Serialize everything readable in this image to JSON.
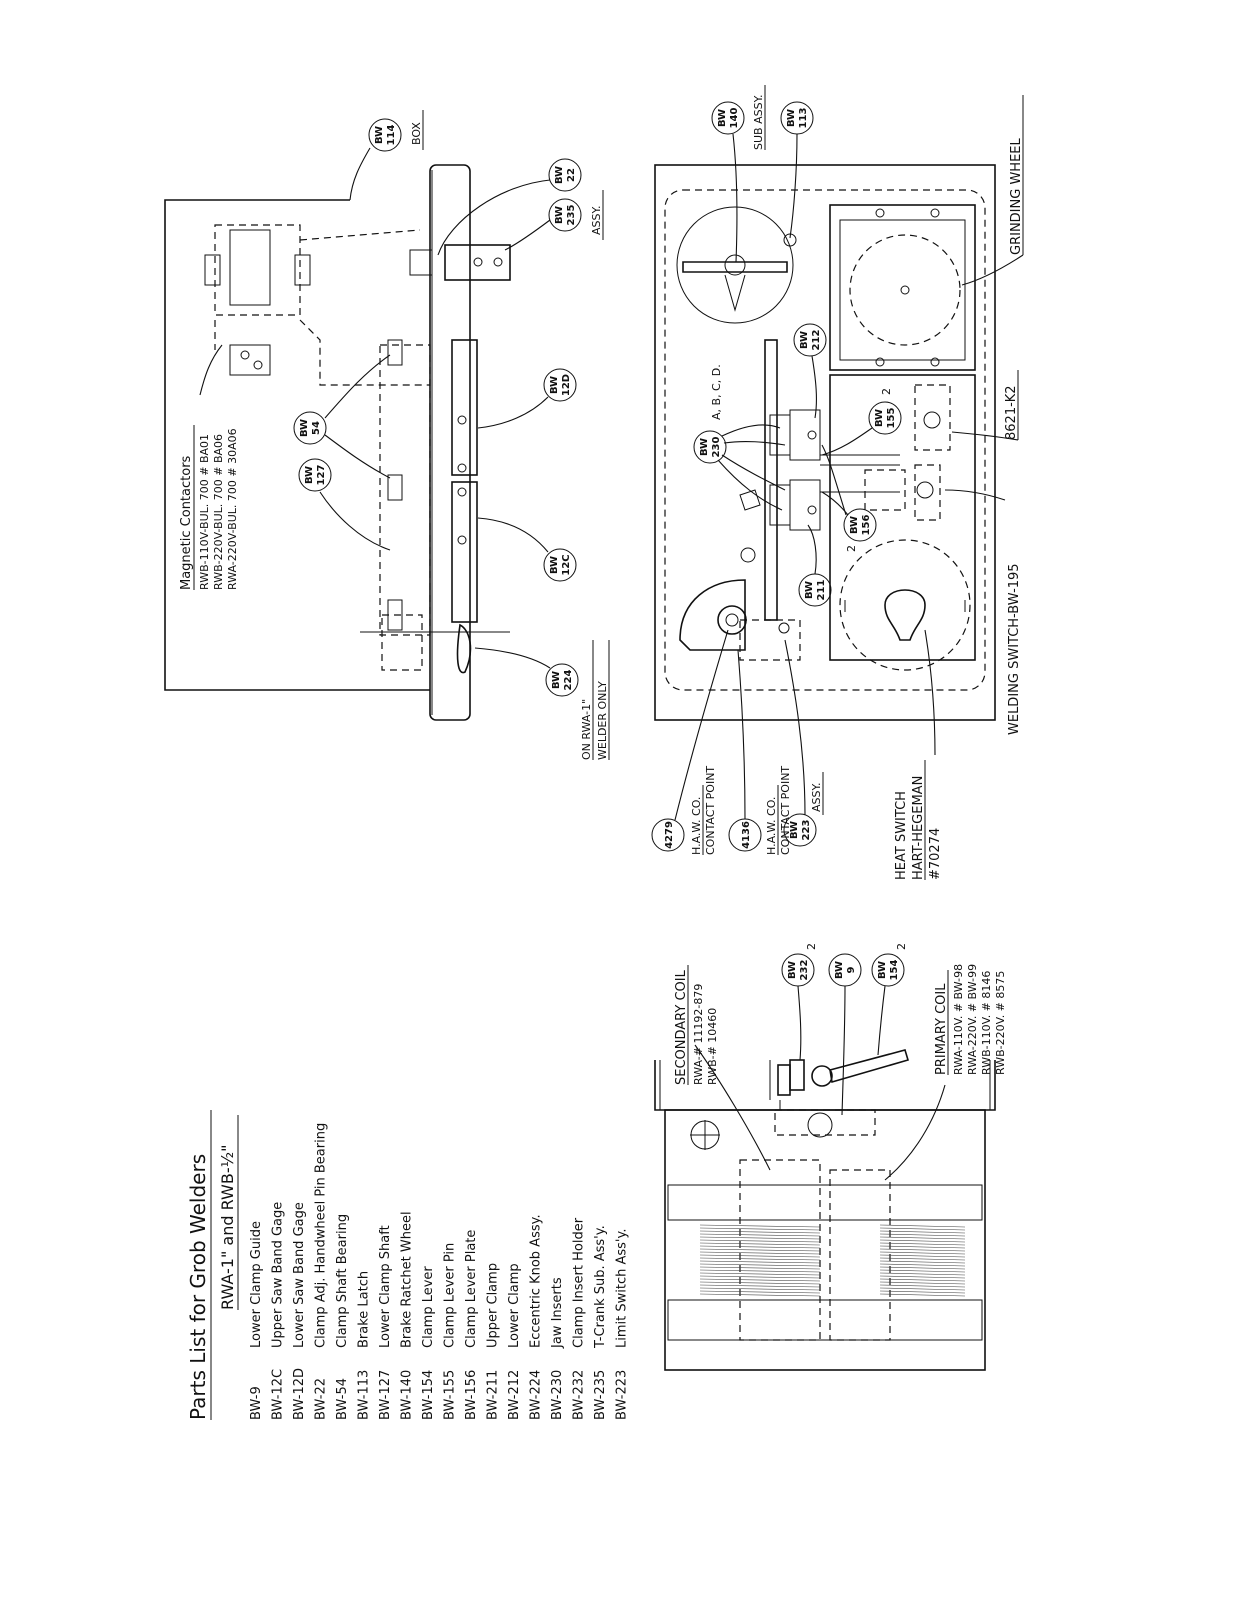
{
  "parts_list": {
    "title": "Parts List for Grob Welders",
    "subtitle": "RWA-1\" and RWB-½\"",
    "items": [
      {
        "no": "BW-9",
        "desc": "Lower Clamp Guide"
      },
      {
        "no": "BW-12C",
        "desc": "Upper Saw Band Gage"
      },
      {
        "no": "BW-12D",
        "desc": "Lower Saw Band Gage"
      },
      {
        "no": "BW-22",
        "desc": "Clamp Adj. Handwheel Pin Bearing"
      },
      {
        "no": "BW-54",
        "desc": "Clamp Shaft Bearing"
      },
      {
        "no": "BW-113",
        "desc": "Brake Latch"
      },
      {
        "no": "BW-127",
        "desc": "Lower Clamp Shaft"
      },
      {
        "no": "BW-140",
        "desc": "Brake Ratchet Wheel"
      },
      {
        "no": "BW-154",
        "desc": "Clamp Lever"
      },
      {
        "no": "BW-155",
        "desc": "Clamp Lever Pin"
      },
      {
        "no": "BW-156",
        "desc": "Clamp Lever Plate"
      },
      {
        "no": "BW-211",
        "desc": "Upper Clamp"
      },
      {
        "no": "BW-212",
        "desc": "Lower Clamp"
      },
      {
        "no": "BW-224",
        "desc": "Eccentric Knob Assy."
      },
      {
        "no": "BW-230",
        "desc": "Jaw Inserts"
      },
      {
        "no": "BW-232",
        "desc": "Clamp Insert Holder"
      },
      {
        "no": "BW-235",
        "desc": "T-Crank Sub. Ass'y."
      },
      {
        "no": "BW-223",
        "desc": "Limit Switch Ass'y."
      }
    ]
  },
  "top_view": {
    "magnetic_contactors": {
      "title": "Magnetic Contactors",
      "lines": [
        "RWB-110V-BUL. 700 # BA01",
        "RWB-220V-BUL. 700 # BA06",
        "RWA-220V-BUL. 700 # 30A06"
      ]
    },
    "box_bubble": [
      "BW",
      "114"
    ],
    "box_label": "BOX",
    "bubble_22": [
      "BW",
      "22"
    ],
    "bubble_235": [
      "BW",
      "235"
    ],
    "assy_label": "ASSY.",
    "bubble_54": [
      "BW",
      "54"
    ],
    "bubble_127": [
      "BW",
      "127"
    ],
    "bubble_12D": [
      "BW",
      "12D"
    ],
    "bubble_12C": [
      "BW",
      "12C"
    ],
    "bubble_224": [
      "BW",
      "224"
    ],
    "note_line1": "ON RWA-1\"",
    "note_line2": "WELDER ONLY"
  },
  "front_view": {
    "bubble_140": [
      "BW",
      "140"
    ],
    "sub_assy": "SUB ASSY.",
    "bubble_113": [
      "BW",
      "113"
    ],
    "grinding_wheel": "GRINDING WHEEL",
    "bubble_212": [
      "BW",
      "212"
    ],
    "bubble_230": [
      "BW",
      "230"
    ],
    "abcd": "A, B, C, D.",
    "bubble_155": [
      "BW",
      "155"
    ],
    "qty_155": "2",
    "part_8621": "8621-K2",
    "bubble_156": [
      "BW",
      "156"
    ],
    "qty_156": "2",
    "bubble_211": [
      "BW",
      "211"
    ],
    "welding_switch": "WELDING SWITCH-BW-195",
    "bubble_4279": "4279",
    "haw_1": "H.A.W. CO.",
    "contact_1": "CONTACT POINT",
    "bubble_4136": "4136",
    "haw_2": "H.A.W. CO.",
    "contact_2": "CONTACT POINT",
    "bubble_223": [
      "BW",
      "223"
    ],
    "assy_223": "ASSY.",
    "heat_switch": "HEAT SWITCH",
    "hart": "HART-HEGEMAN",
    "part_70274": "#70274"
  },
  "side_view": {
    "secondary_coil": "SECONDARY COIL",
    "sec_rwa": "RWA-# 11192-879",
    "sec_rwb": "RWB-# 10460",
    "bubble_232": [
      "BW",
      "232"
    ],
    "qty_232": "2",
    "bubble_9": [
      "BW",
      "9"
    ],
    "bubble_154": [
      "BW",
      "154"
    ],
    "qty_154": "2",
    "primary_coil": "PRIMARY COIL",
    "prim_lines": [
      "RWA-110V. # BW-98",
      "RWA-220V. # BW-99",
      "RWB-110V. # 8146",
      "RWB-220V. # 8575"
    ]
  }
}
